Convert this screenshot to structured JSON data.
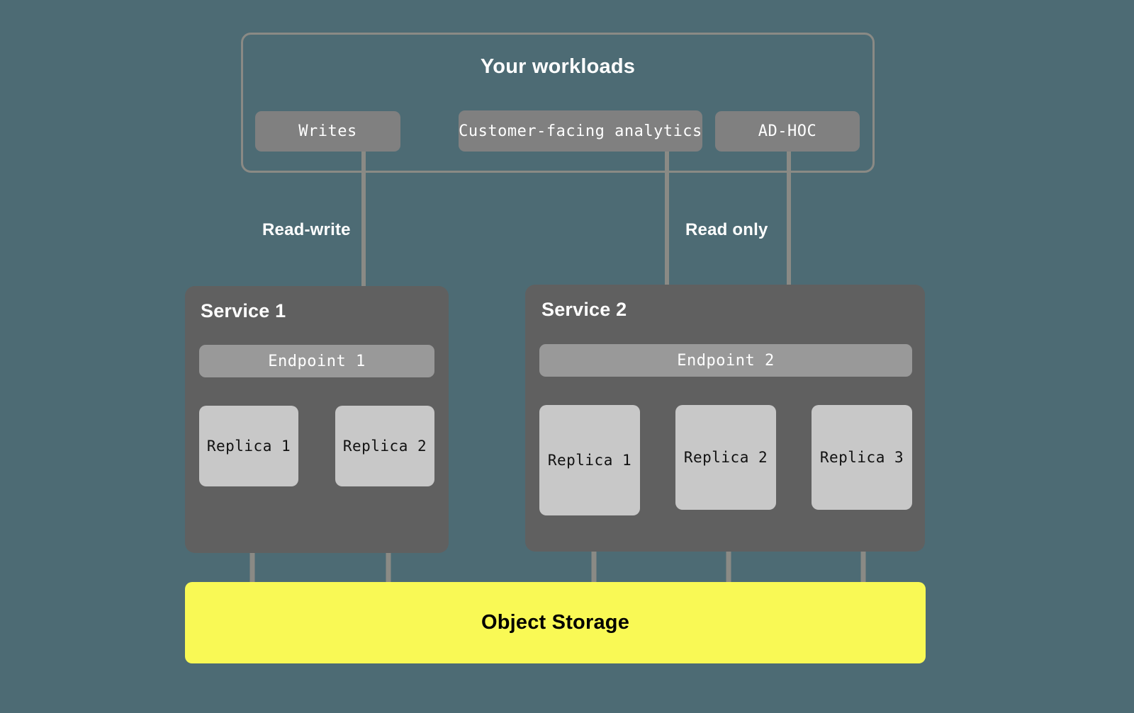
{
  "background_color": "#4D6B74",
  "workloads": {
    "title": "Your workloads",
    "frame_color": "#8A8A85",
    "items": [
      {
        "label": "Writes"
      },
      {
        "label": "Customer-facing analytics"
      },
      {
        "label": "AD-HOC"
      }
    ]
  },
  "edge_labels": [
    {
      "label": "Read-write"
    },
    {
      "label": "Read only"
    }
  ],
  "services": [
    {
      "title": "Service 1",
      "endpoint": "Endpoint 1",
      "replicas": [
        {
          "label": "Replica 1"
        },
        {
          "label": "Replica 2"
        }
      ]
    },
    {
      "title": "Service 2",
      "endpoint": "Endpoint 2",
      "replicas": [
        {
          "label": "Replica 1"
        },
        {
          "label": "Replica 2"
        },
        {
          "label": "Replica 3"
        }
      ]
    }
  ],
  "storage": {
    "label": "Object Storage",
    "color": "#F9F955"
  },
  "colors": {
    "service_container": "#606060",
    "workload_box": "#808080",
    "endpoint_box": "#999999",
    "replica_box": "#C8C8C8",
    "connector": "#8A8A85",
    "text_light": "#FFFFFF",
    "text_dark": "#000000"
  }
}
